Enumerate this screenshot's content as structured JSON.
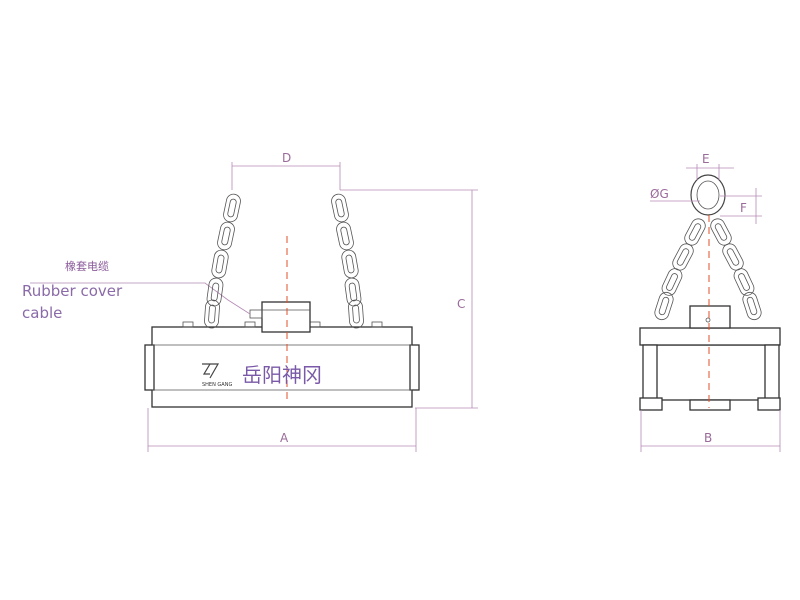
{
  "labels": {
    "cable_cn": "橡套电缆",
    "cable_en_line1": "Rubber cover",
    "cable_en_line2": "cable",
    "brand": "岳阳神冈",
    "logo_sub": "SHEN GANG"
  },
  "dimensions": {
    "A": "A",
    "B": "B",
    "C": "C",
    "D": "D",
    "E": "E",
    "F": "F",
    "G": "ØG"
  },
  "icons": {
    "logo": "shengang-logo-icon"
  },
  "colors": {
    "dimension": "#b48ab4",
    "centerline": "#e0502a",
    "label": "#8a6aa8"
  }
}
